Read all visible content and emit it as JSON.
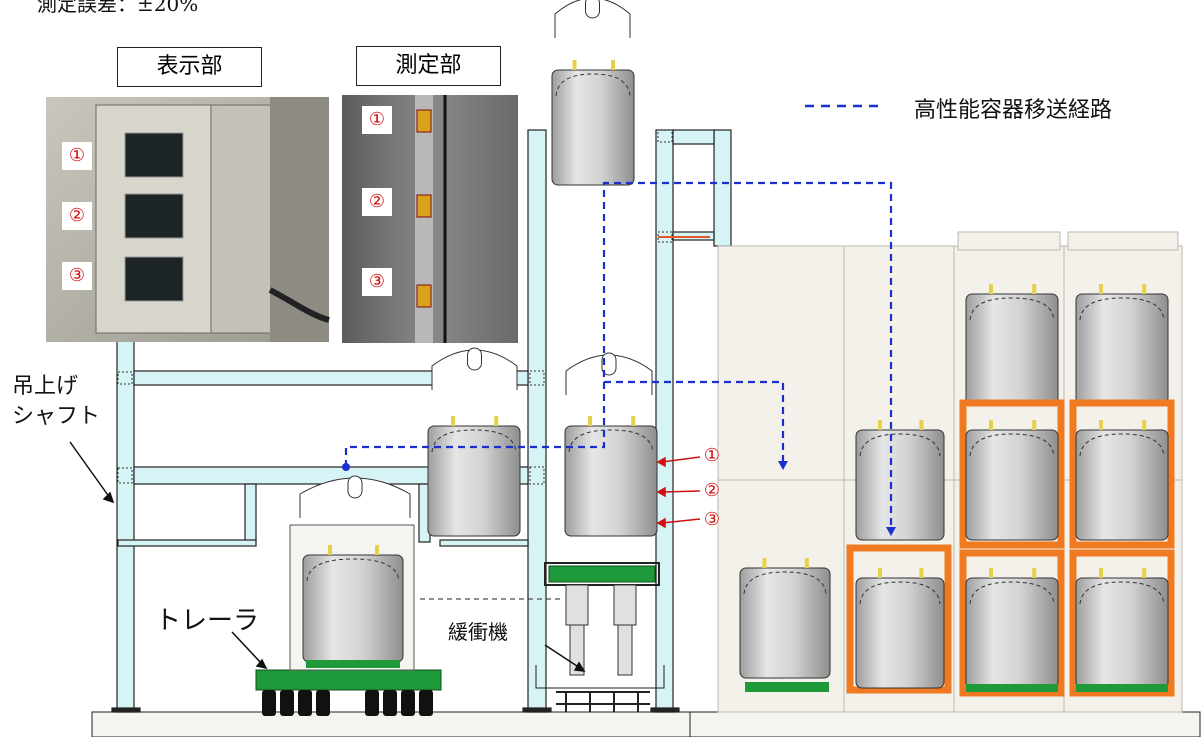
{
  "header_note": "測定誤差：±20%",
  "labels": {
    "display_section": "表示部",
    "measurement_section": "測定部",
    "hoist_shaft": "吊上げ\nシャフト",
    "trailer": "トレーラ",
    "shock_absorber": "緩衝機"
  },
  "legend": {
    "route_label": "高性能容器移送経路",
    "route_color": "#1a2fd0",
    "line_style": "dashed"
  },
  "sensor_markers": [
    "①",
    "②",
    "③"
  ],
  "colors": {
    "frame_fill": "#d6f3f5",
    "frame_stroke": "#222222",
    "container_fill": "#d3d3d3",
    "spacer_orange": "#ef7a22",
    "base_green": "#1f9a3a",
    "pit_fill": "#f3f1e9",
    "marker_red": "#d01010"
  }
}
